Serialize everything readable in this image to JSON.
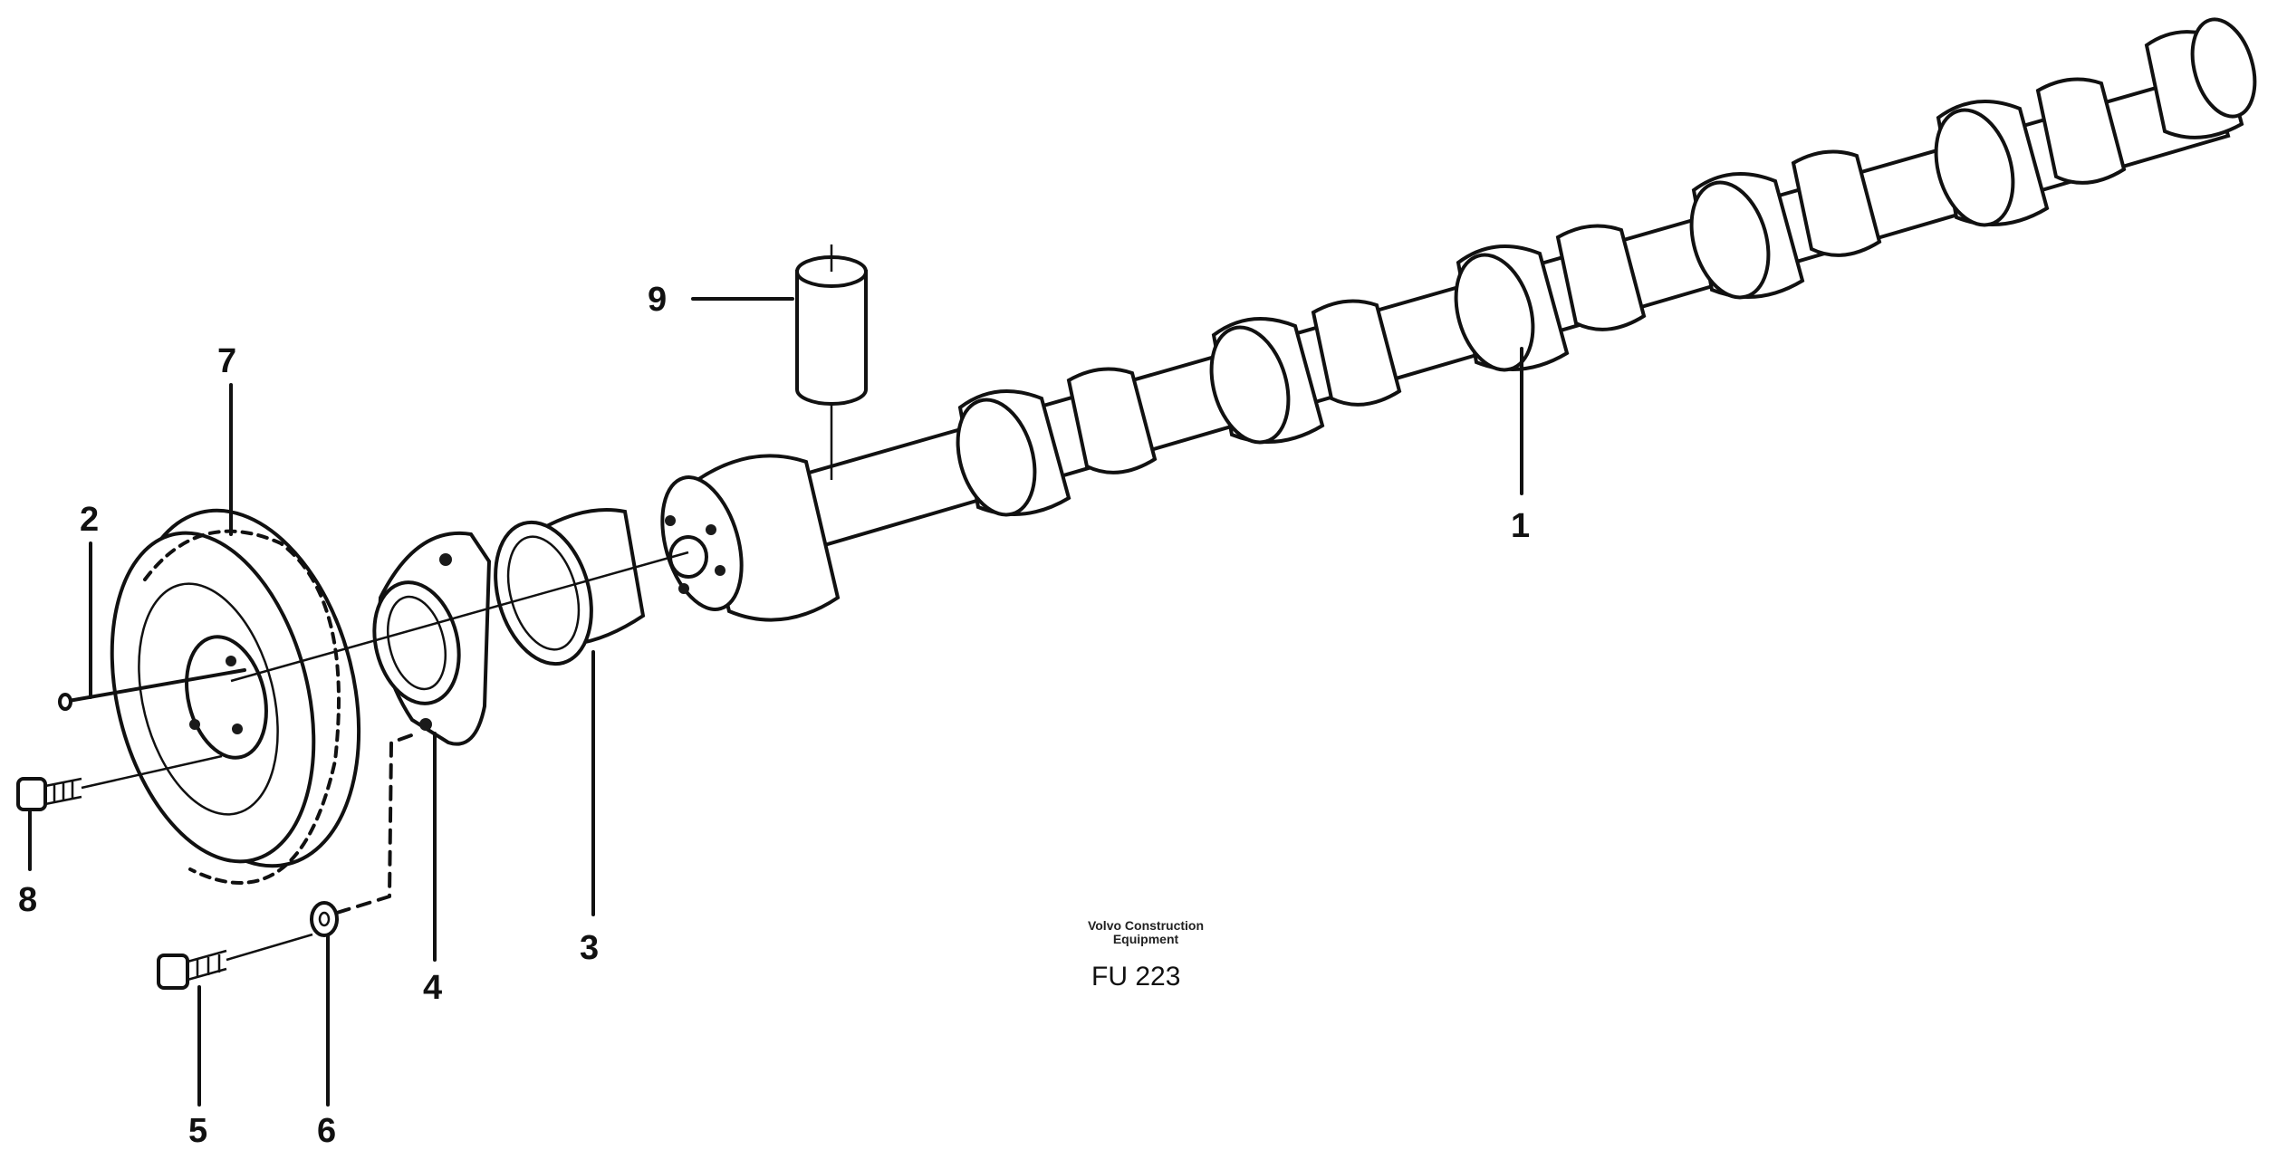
{
  "callouts": {
    "c1": "1",
    "c2": "2",
    "c3": "3",
    "c4": "4",
    "c5": "5",
    "c6": "6",
    "c7": "7",
    "c8": "8",
    "c9": "9"
  },
  "caption": {
    "line1": "Volvo Construction",
    "line2": "Equipment",
    "code": "FU 223"
  },
  "parts": {
    "p1": "camshaft",
    "p2": "pin",
    "p3": "bushing",
    "p4": "flange",
    "p5": "flange-screw",
    "p6": "washer",
    "p7": "camshaft-gear",
    "p8": "gear-screw",
    "p9": "tappet"
  }
}
